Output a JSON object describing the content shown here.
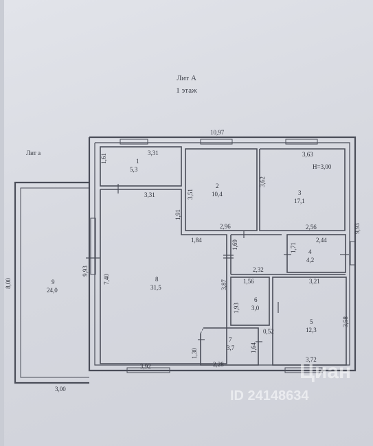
{
  "header": {
    "lit": "Лит А",
    "floor": "1 этаж"
  },
  "annex_label": "Лит а",
  "rooms": [
    {
      "num": "1",
      "area": "5,3"
    },
    {
      "num": "2",
      "area": "10,4"
    },
    {
      "num": "3",
      "area": "17,1"
    },
    {
      "num": "4",
      "area": "4,2"
    },
    {
      "num": "5",
      "area": "12,3"
    },
    {
      "num": "6",
      "area": "3,0"
    },
    {
      "num": "7",
      "area": "3,7"
    },
    {
      "num": "8",
      "area": "31,5"
    },
    {
      "num": "9",
      "area": "24,0"
    }
  ],
  "ceiling_height": "H=3,00",
  "dims": {
    "total_width": "10,97",
    "total_height": "9,93",
    "total_height_left": "9,93",
    "annex_height": "8,00",
    "annex_width": "3,00",
    "r1_w": "3,31",
    "r1_h": "1,61",
    "r8_w_top": "3,31",
    "r8_h": "7,40",
    "r8_w_bottom": "3,92",
    "r8_corr_h": "1,91",
    "r8_corr_w": "1,84",
    "r2_h": "3,51",
    "r2_w": "2,96",
    "r3_w_top": "3,63",
    "r3_h": "3,62",
    "r3_w_bottom": "2,56",
    "r4_w": "2,44",
    "r4_h": "1,71",
    "hall_h1": "1,69",
    "hall_w": "2,32",
    "hall_h2": "3,87",
    "r6_w": "1,56",
    "r6_h": "1,93",
    "r5_w_top": "3,21",
    "r5_h": "3,58",
    "r5_w_bottom": "3,72",
    "r7_step": "0,52",
    "r7_h": "1,64",
    "r7_w": "2,28",
    "r7_side": "1,30"
  },
  "watermark": {
    "brand": "Циан",
    "id": "ID 24148634"
  }
}
